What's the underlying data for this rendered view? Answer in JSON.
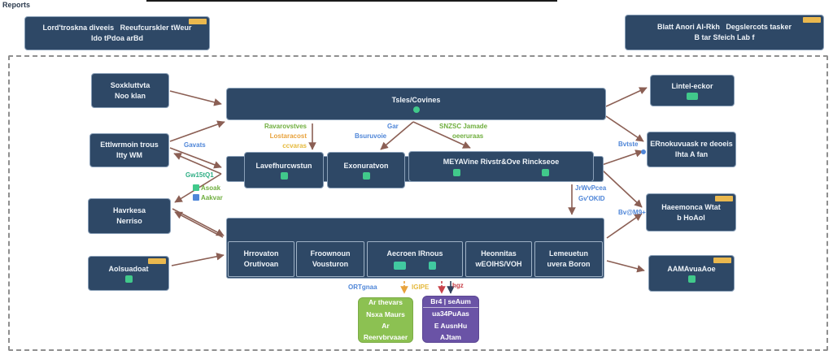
{
  "page": {
    "corner_label": "Reports"
  },
  "colors": {
    "node_fill": "#2e4866",
    "node_border": "#8aa0b8",
    "arrow": "#8b5f54",
    "green_node": "#8cc152",
    "purple_node": "#6a53a6",
    "tab_yellow": "#eab84e",
    "icon_green": "#41c98b",
    "label_blue": "#4f86d8",
    "label_orange": "#e8a23c",
    "label_green": "#6fae3e",
    "label_red": "#c8424a",
    "label_teal": "#2fae85"
  },
  "legend": {
    "top_left": {
      "l1a": "Lord'troskna diveeis",
      "l1b": "Reeufcurskler tWeur",
      "l2": "Ido tPdoa arBd"
    },
    "top_right": {
      "l1a": "Blatt Anori Al-Rkh",
      "l1b": "Degslercots tasker",
      "l2": "B tar Sfeich Lab f"
    }
  },
  "left_nodes": {
    "n1": {
      "l1": "Soxkluttvta",
      "l2": "Noo klan"
    },
    "n2": {
      "l1": "Ettlwrmoin trous",
      "l2": "Itty WM"
    },
    "n3": {
      "l1": "Havrkesa",
      "l2": "Nerriso"
    },
    "n4": {
      "l1": "Aolsuadoat"
    }
  },
  "right_nodes": {
    "n1": {
      "l1": "Lintel-eckor"
    },
    "n2": {
      "l1": "ERnokuvuask re deoeis",
      "l2": "Ihta A fan"
    },
    "n3": {
      "l1": "Haeemonca Wtat",
      "l2": "b HoAol"
    },
    "n4": {
      "l1": "AAMAvuaAoe"
    }
  },
  "center": {
    "top": "Tsles/Covines",
    "mid": {
      "m1": "Lavefhurcwstun",
      "m2": "Exonuratvon",
      "m3": "MEYAVine Rivstr&Ove Rinckseoe"
    },
    "bottom": {
      "c1": {
        "l1": "Hrrovaton",
        "l2": "Orutivoan"
      },
      "c2": {
        "l1": "Froownoun",
        "l2": "Vousturon"
      },
      "c3": {
        "l1": "Aecroen IRnous"
      },
      "c4": {
        "l1": "Heonnitas",
        "l2": "wEOIHS/VOH"
      },
      "c5": {
        "l1": "Lemeuetun",
        "l2": "uvera Boron"
      }
    }
  },
  "bottom_nodes": {
    "green": {
      "l1": "Ar thevars",
      "l2": "Nsxa Maurs",
      "l3": "Ar Reervbrvaaer"
    },
    "purple": {
      "l1": "Br4 | seAum",
      "l2": "ua34PuAas",
      "l3": "E AusnHu AJtam"
    }
  },
  "edge_labels": {
    "left_stack": {
      "l1": "Ravarovstves",
      "l2": "Lostaracost",
      "l3": "ccvaras"
    },
    "mid_blue": {
      "l1": "Gar",
      "l2": "Bsuruvoie"
    },
    "right_green": {
      "l1": "SNZSC Jamade",
      "l2": "oeeruraas"
    },
    "gavats": "Gavats",
    "gw": "Gw15tQ1",
    "badge": {
      "l1": "Asoak",
      "l2": "Aakvar"
    },
    "bvtste": "Bvtste",
    "jrw": {
      "l1": "JrWvPcea",
      "l2": "Gv'OKID"
    },
    "bvm": "Bv@M9+",
    "ort": "ORTgnaa",
    "igipe": "IGIPE",
    "hgz": "hgz"
  }
}
